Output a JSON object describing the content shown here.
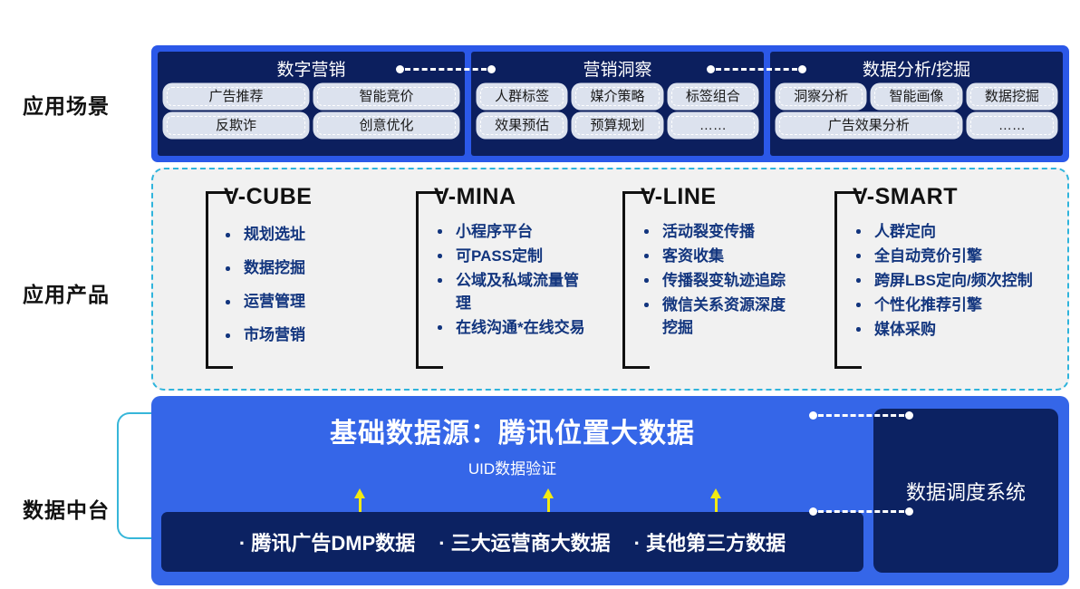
{
  "row_labels": {
    "scene": "应用场景",
    "product": "应用产品",
    "data": "数据中台"
  },
  "colors": {
    "band_blue": "#2B58E8",
    "deep_navy": "#0C1F5E",
    "data_blue": "#3566E8",
    "dash_teal": "#2FB4DC",
    "tag_gray": "#DCE2EE",
    "arrow_yellow": "#F2EA12",
    "bullet_blue": "#12357E"
  },
  "scene_band": {
    "groups": [
      {
        "title": "数字营销",
        "rows": [
          [
            "广告推荐",
            "智能竞价"
          ],
          [
            "反欺诈",
            "创意优化"
          ]
        ]
      },
      {
        "title": "营销洞察",
        "rows": [
          [
            "人群标签",
            "媒介策略",
            "标签组合"
          ],
          [
            "效果预估",
            "预算规划",
            "……"
          ]
        ]
      },
      {
        "title": "数据分析/挖掘",
        "rows": [
          [
            "洞察分析",
            "智能画像",
            "数据挖掘"
          ],
          [
            "广告效果分析",
            "……"
          ]
        ]
      }
    ]
  },
  "product_band": {
    "columns": [
      {
        "title": "V-CUBE",
        "items": [
          "规划选址",
          "数据挖掘",
          "运营管理",
          "市场营销"
        ]
      },
      {
        "title": "V-MINA",
        "items": [
          "小程序平台",
          "可PASS定制",
          "公域及私域流量管理",
          "在线沟通*在线交易"
        ]
      },
      {
        "title": "V-LINE",
        "items": [
          "活动裂变传播",
          "客资收集",
          "传播裂变轨迹追踪",
          "微信关系资源深度挖掘"
        ]
      },
      {
        "title": "V-SMART",
        "items": [
          "人群定向",
          "全自动竞价引擎",
          "跨屏LBS定向/频次控制",
          "个性化推荐引擎",
          "媒体采购"
        ]
      }
    ]
  },
  "data_band": {
    "title": "基础数据源：腾讯位置大数据",
    "subtitle": "UID数据验证",
    "sources": [
      "腾讯广告DMP数据",
      "三大运营商大数据",
      "其他第三方数据"
    ],
    "scheduler": "数据调度系统"
  }
}
